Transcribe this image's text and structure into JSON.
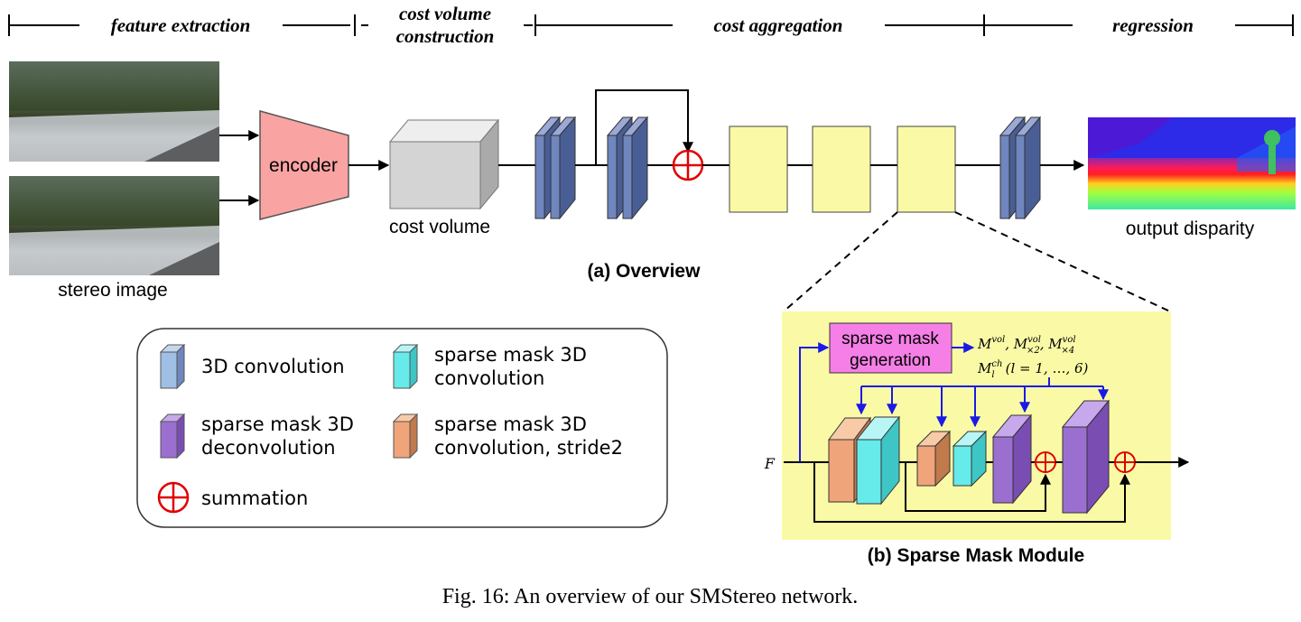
{
  "stages": {
    "feature_extraction": "feature extraction",
    "cost_volume_line1": "cost volume",
    "cost_volume_line2": "construction",
    "cost_aggregation": "cost aggregation",
    "regression": "regression"
  },
  "labels": {
    "encoder": "encoder",
    "cost_volume": "cost volume",
    "stereo_image": "stereo image",
    "output_disparity": "output disparity",
    "overview": "(a) Overview",
    "sparse_mask_module": "(b) Sparse Mask Module",
    "sparse_mask_generation_line1": "sparse mask",
    "sparse_mask_generation_line2": "generation",
    "input_feature": "F"
  },
  "masks": {
    "line1": "M^vol, M^vol_×2, M^vol_×4",
    "line2": "M^ch_l (l = 1, …, 6)"
  },
  "legend": {
    "conv3d": "3D convolution",
    "sparse_conv_line1": "sparse mask 3D",
    "sparse_conv_line2": "convolution",
    "sparse_deconv_line1": "sparse mask 3D",
    "sparse_deconv_line2": "deconvolution",
    "sparse_stride_line1": "sparse mask 3D",
    "sparse_stride_line2": "convolution, stride2",
    "summation": "summation"
  },
  "caption": "Fig. 16: An overview of our SMStereo network.",
  "colors": {
    "encoder": "#f9a3a3",
    "conv3d": "#6f86bf",
    "sparse_conv": "#66eaea",
    "sparse_deconv": "#9b6fd0",
    "sparse_stride": "#f0a47a",
    "aggregation_block": "#fafaa6",
    "module_bg": "#fafaa6",
    "mask_generation": "#f57fe6",
    "summation": "#e00000",
    "mask_arrows": "#1a1ae6"
  },
  "icons": [
    "summation-icon",
    "arrow-icon",
    "cube-icon"
  ]
}
